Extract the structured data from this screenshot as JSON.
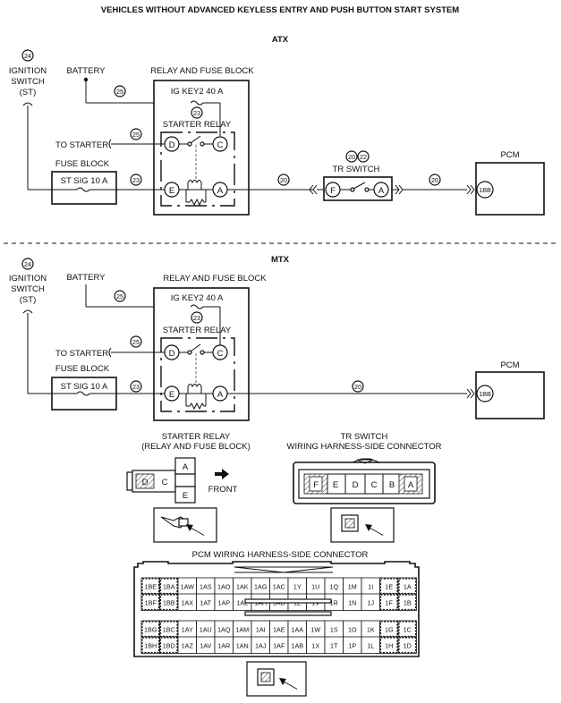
{
  "title": "VEHICLES WITHOUT ADVANCED KEYLESS ENTRY AND PUSH BUTTON START SYSTEM",
  "sections": {
    "atx": "ATX",
    "mtx": "MTX"
  },
  "labels": {
    "ignition_line1": "IGNITION",
    "ignition_line2": "SWITCH",
    "ignition_line3": "(ST)",
    "battery": "BATTERY",
    "relay_fuse_block": "RELAY AND FUSE BLOCK",
    "ig_key2": "IG KEY2 40 A",
    "starter_relay": "STARTER RELAY",
    "to_starter": "TO STARTER",
    "fuse_block": "FUSE BLOCK",
    "st_sig": "ST SIG 10 A",
    "tr_switch": "TR SWITCH",
    "pcm": "PCM"
  },
  "terminals": {
    "d": "D",
    "c": "C",
    "e": "E",
    "a": "A",
    "f": "F",
    "pcm": "1BB"
  },
  "refs": {
    "r24": "24",
    "r25": "25",
    "r23": "23",
    "r20": "20",
    "r22": "22"
  },
  "connectors": {
    "starter_relay_title1": "STARTER RELAY",
    "starter_relay_title2": "(RELAY AND FUSE BLOCK)",
    "front": "FRONT",
    "relay_pins": [
      "D",
      "C",
      "A",
      "E"
    ],
    "tr_title1": "TR SWITCH",
    "tr_title2": "WIRING HARNESS-SIDE CONNECTOR",
    "tr_pins": [
      "F",
      "E",
      "D",
      "C",
      "B",
      "A"
    ],
    "pcm_title": "PCM WIRING HARNESS-SIDE CONNECTOR",
    "pcm_rows": [
      [
        "1BE",
        "1BA",
        "1AW",
        "1AS",
        "1AO",
        "1AK",
        "1AG",
        "1AC",
        "1Y",
        "1U",
        "1Q",
        "1M",
        "1I",
        "1E",
        "1A"
      ],
      [
        "1BF",
        "1BB",
        "1AX",
        "1AT",
        "1AP",
        "1AL",
        "1AH",
        "1AD",
        "1Z",
        "1V",
        "1R",
        "1N",
        "1J",
        "1F",
        "1B"
      ],
      [
        "1BG",
        "1BC",
        "1AY",
        "1AU",
        "1AQ",
        "1AM",
        "1AI",
        "1AE",
        "1AA",
        "1W",
        "1S",
        "1O",
        "1K",
        "1G",
        "1C"
      ],
      [
        "1BH",
        "1BD",
        "1AZ",
        "1AV",
        "1AR",
        "1AN",
        "1AJ",
        "1AF",
        "1AB",
        "1X",
        "1T",
        "1P",
        "1L",
        "1H",
        "1D"
      ]
    ]
  }
}
